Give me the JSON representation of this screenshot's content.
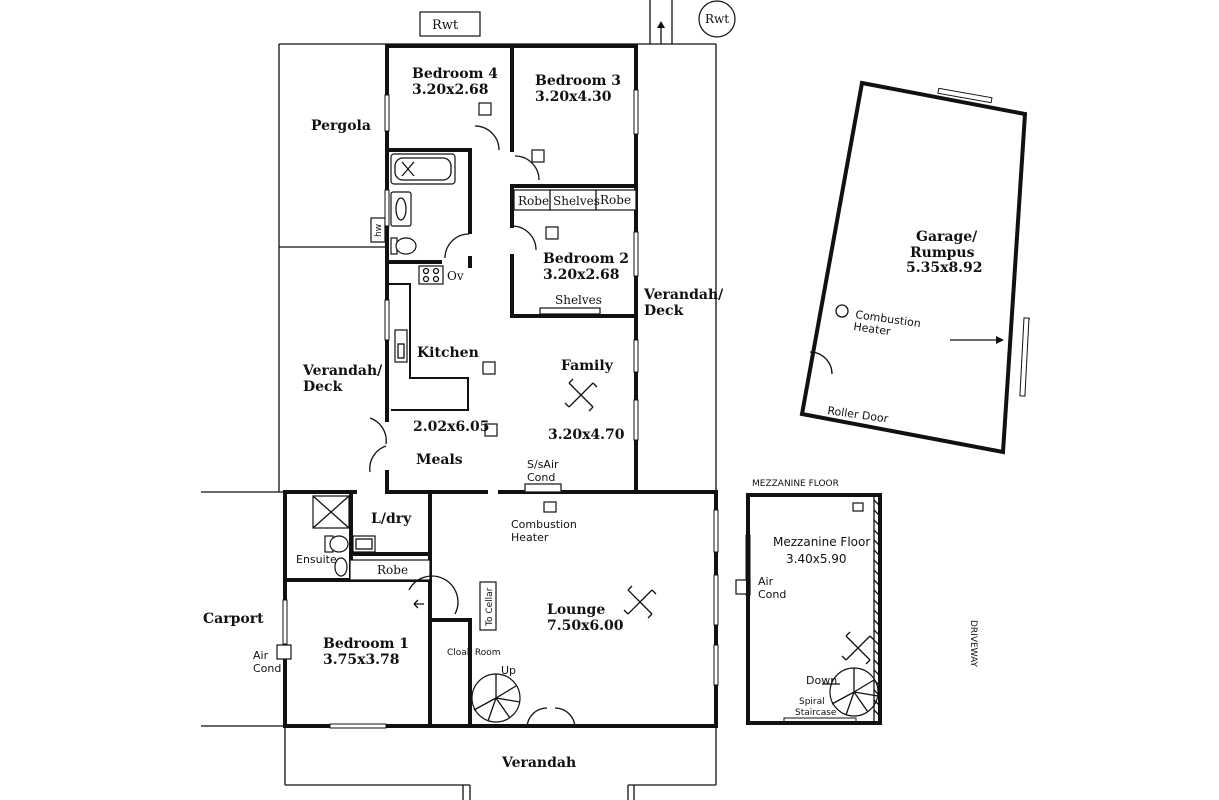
{
  "labels": {
    "rwt_top": "Rwt",
    "rwt_circle": "Rwt",
    "bedroom4": "Bedroom 4",
    "bedroom4_size": "3.20x2.68",
    "bedroom3": "Bedroom 3",
    "bedroom3_size": "3.20x4.30",
    "pergola": "Pergola",
    "hw": "hw",
    "robe_left": "Robe",
    "shelves_mid": "Shelves",
    "robe_right": "Robe",
    "bedroom2": "Bedroom 2",
    "bedroom2_size": "3.20x2.68",
    "oven": "Ov",
    "shelves_bed2": "Shelves",
    "verandah_deck_right_1": "Verandah/",
    "verandah_deck_right_2": "Deck",
    "kitchen": "Kitchen",
    "family": "Family",
    "verandah_deck_left_1": "Verandah/",
    "verandah_deck_left_2": "Deck",
    "kitchen_meals_size": "2.02x6.05",
    "family_size": "3.20x4.70",
    "meals": "Meals",
    "ss_air_cond_1": "S/sAir",
    "ss_air_cond_2": "Cond",
    "garage_1": "Garage/",
    "garage_2": "Rumpus",
    "garage_size": "5.35x8.92",
    "combustion_heater_garage_1": "Combustion",
    "combustion_heater_garage_2": "Heater",
    "roller_door": "Roller Door",
    "mezzanine_floor_title": "MEZZANINE FLOOR",
    "ldry": "L/dry",
    "combustion_heater_lounge_1": "Combustion",
    "combustion_heater_lounge_2": "Heater",
    "mezzanine_floor": "Mezzanine Floor",
    "mezzanine_size": "3.40x5.90",
    "ensuite": "Ensuite",
    "robe_bed1": "Robe",
    "air_cond_mezz_1": "Air",
    "air_cond_mezz_2": "Cond",
    "to_cellar": "To Cellar",
    "lounge": "Lounge",
    "lounge_size": "7.50x6.00",
    "carport": "Carport",
    "driveway": "DRIVEWAY",
    "air_cond_bed1_1": "Air",
    "air_cond_bed1_2": "Cond",
    "bedroom1": "Bedroom 1",
    "bedroom1_size": "3.75x3.78",
    "cloak_room": "Cloak Room",
    "up": "Up",
    "down": "Down",
    "spiral_staircase_1": "Spiral",
    "spiral_staircase_2": "Staircase",
    "verandah_bottom": "Verandah"
  },
  "icons": [
    "ceiling-fan-icon",
    "window-icon",
    "door-swing-icon",
    "bathtub-icon",
    "toilet-icon",
    "stove-icon",
    "sink-icon",
    "shower-icon",
    "spiral-stair-icon",
    "arrow-icon"
  ]
}
